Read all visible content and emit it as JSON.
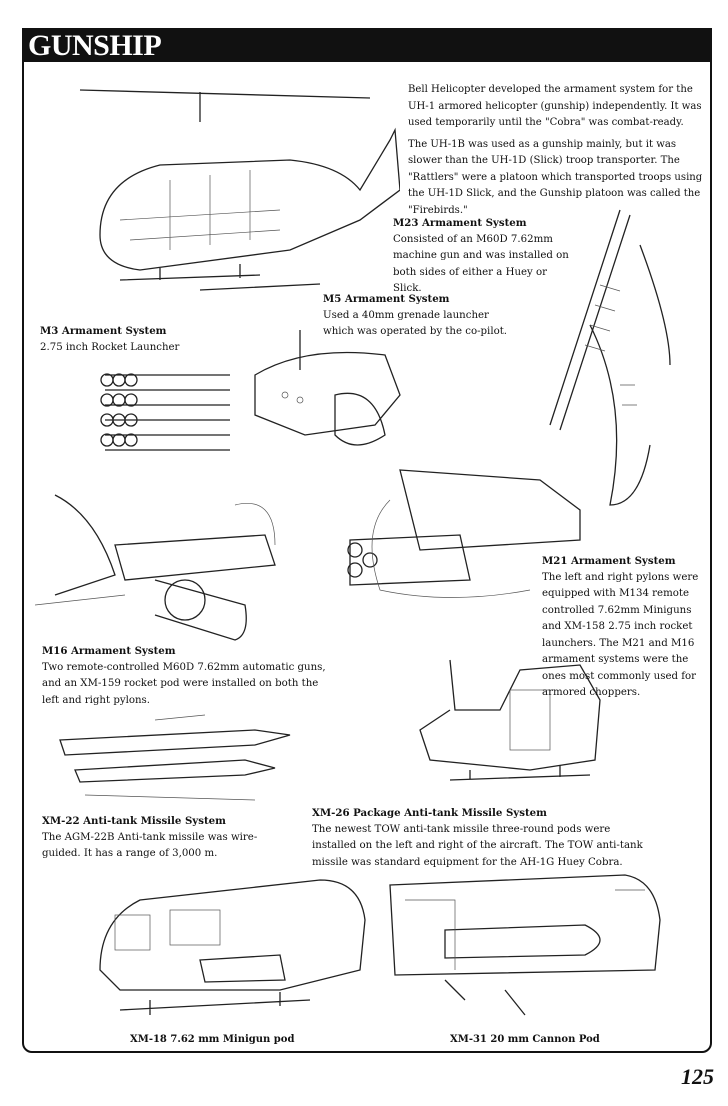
{
  "header": {
    "title": "GUNSHIP"
  },
  "intro": {
    "p1": "Bell Helicopter developed the armament system for the UH-1 armored helicopter (gunship) independently. It was used temporarily until the \"Cobra\" was combat-ready.",
    "p2": "The UH-1B was used as a gunship mainly, but it was slower than the UH-1D (Slick) troop transporter. The \"Rattlers\" were a platoon which transported troops using the UH-1D Slick, and the Gunship platoon was called the \"Firebirds.\""
  },
  "systems": {
    "m23": {
      "title": "M23 Armament System",
      "text": "Consisted of an M60D 7.62mm machine gun and was installed on both sides of either a Huey or Slick."
    },
    "m5": {
      "title": "M5 Armament System",
      "text": "Used a 40mm grenade launcher which was operated by the co-pilot."
    },
    "m3": {
      "title": "M3 Armament System",
      "text": "2.75 inch Rocket Launcher"
    },
    "m21": {
      "title": "M21 Armament System",
      "text": "The left and right pylons were equipped with M134 remote controlled 7.62mm Miniguns and XM-158 2.75 inch rocket launchers. The M21 and M16 armament systems were the ones most commonly used for armored choppers."
    },
    "m16": {
      "title": "M16 Armament System",
      "text": "Two remote-controlled M60D 7.62mm automatic guns, and an XM-159 rocket pod were installed on both the left and right pylons."
    },
    "xm22": {
      "title": "XM-22 Anti-tank Missile System",
      "text": "The AGM-22B Anti-tank missile was wire-guided. It has a range of 3,000 m."
    },
    "xm26": {
      "title": "XM-26 Package Anti-tank Missile System",
      "text": "The newest TOW anti-tank missile three-round pods were installed on the left and right of the aircraft. The TOW anti-tank missile was standard equipment for the AH-1G Huey Cobra."
    }
  },
  "captions": {
    "xm18": "XM-18 7.62 mm Minigun pod",
    "xm31": "XM-31 20 mm Cannon Pod"
  },
  "page_number": "125"
}
